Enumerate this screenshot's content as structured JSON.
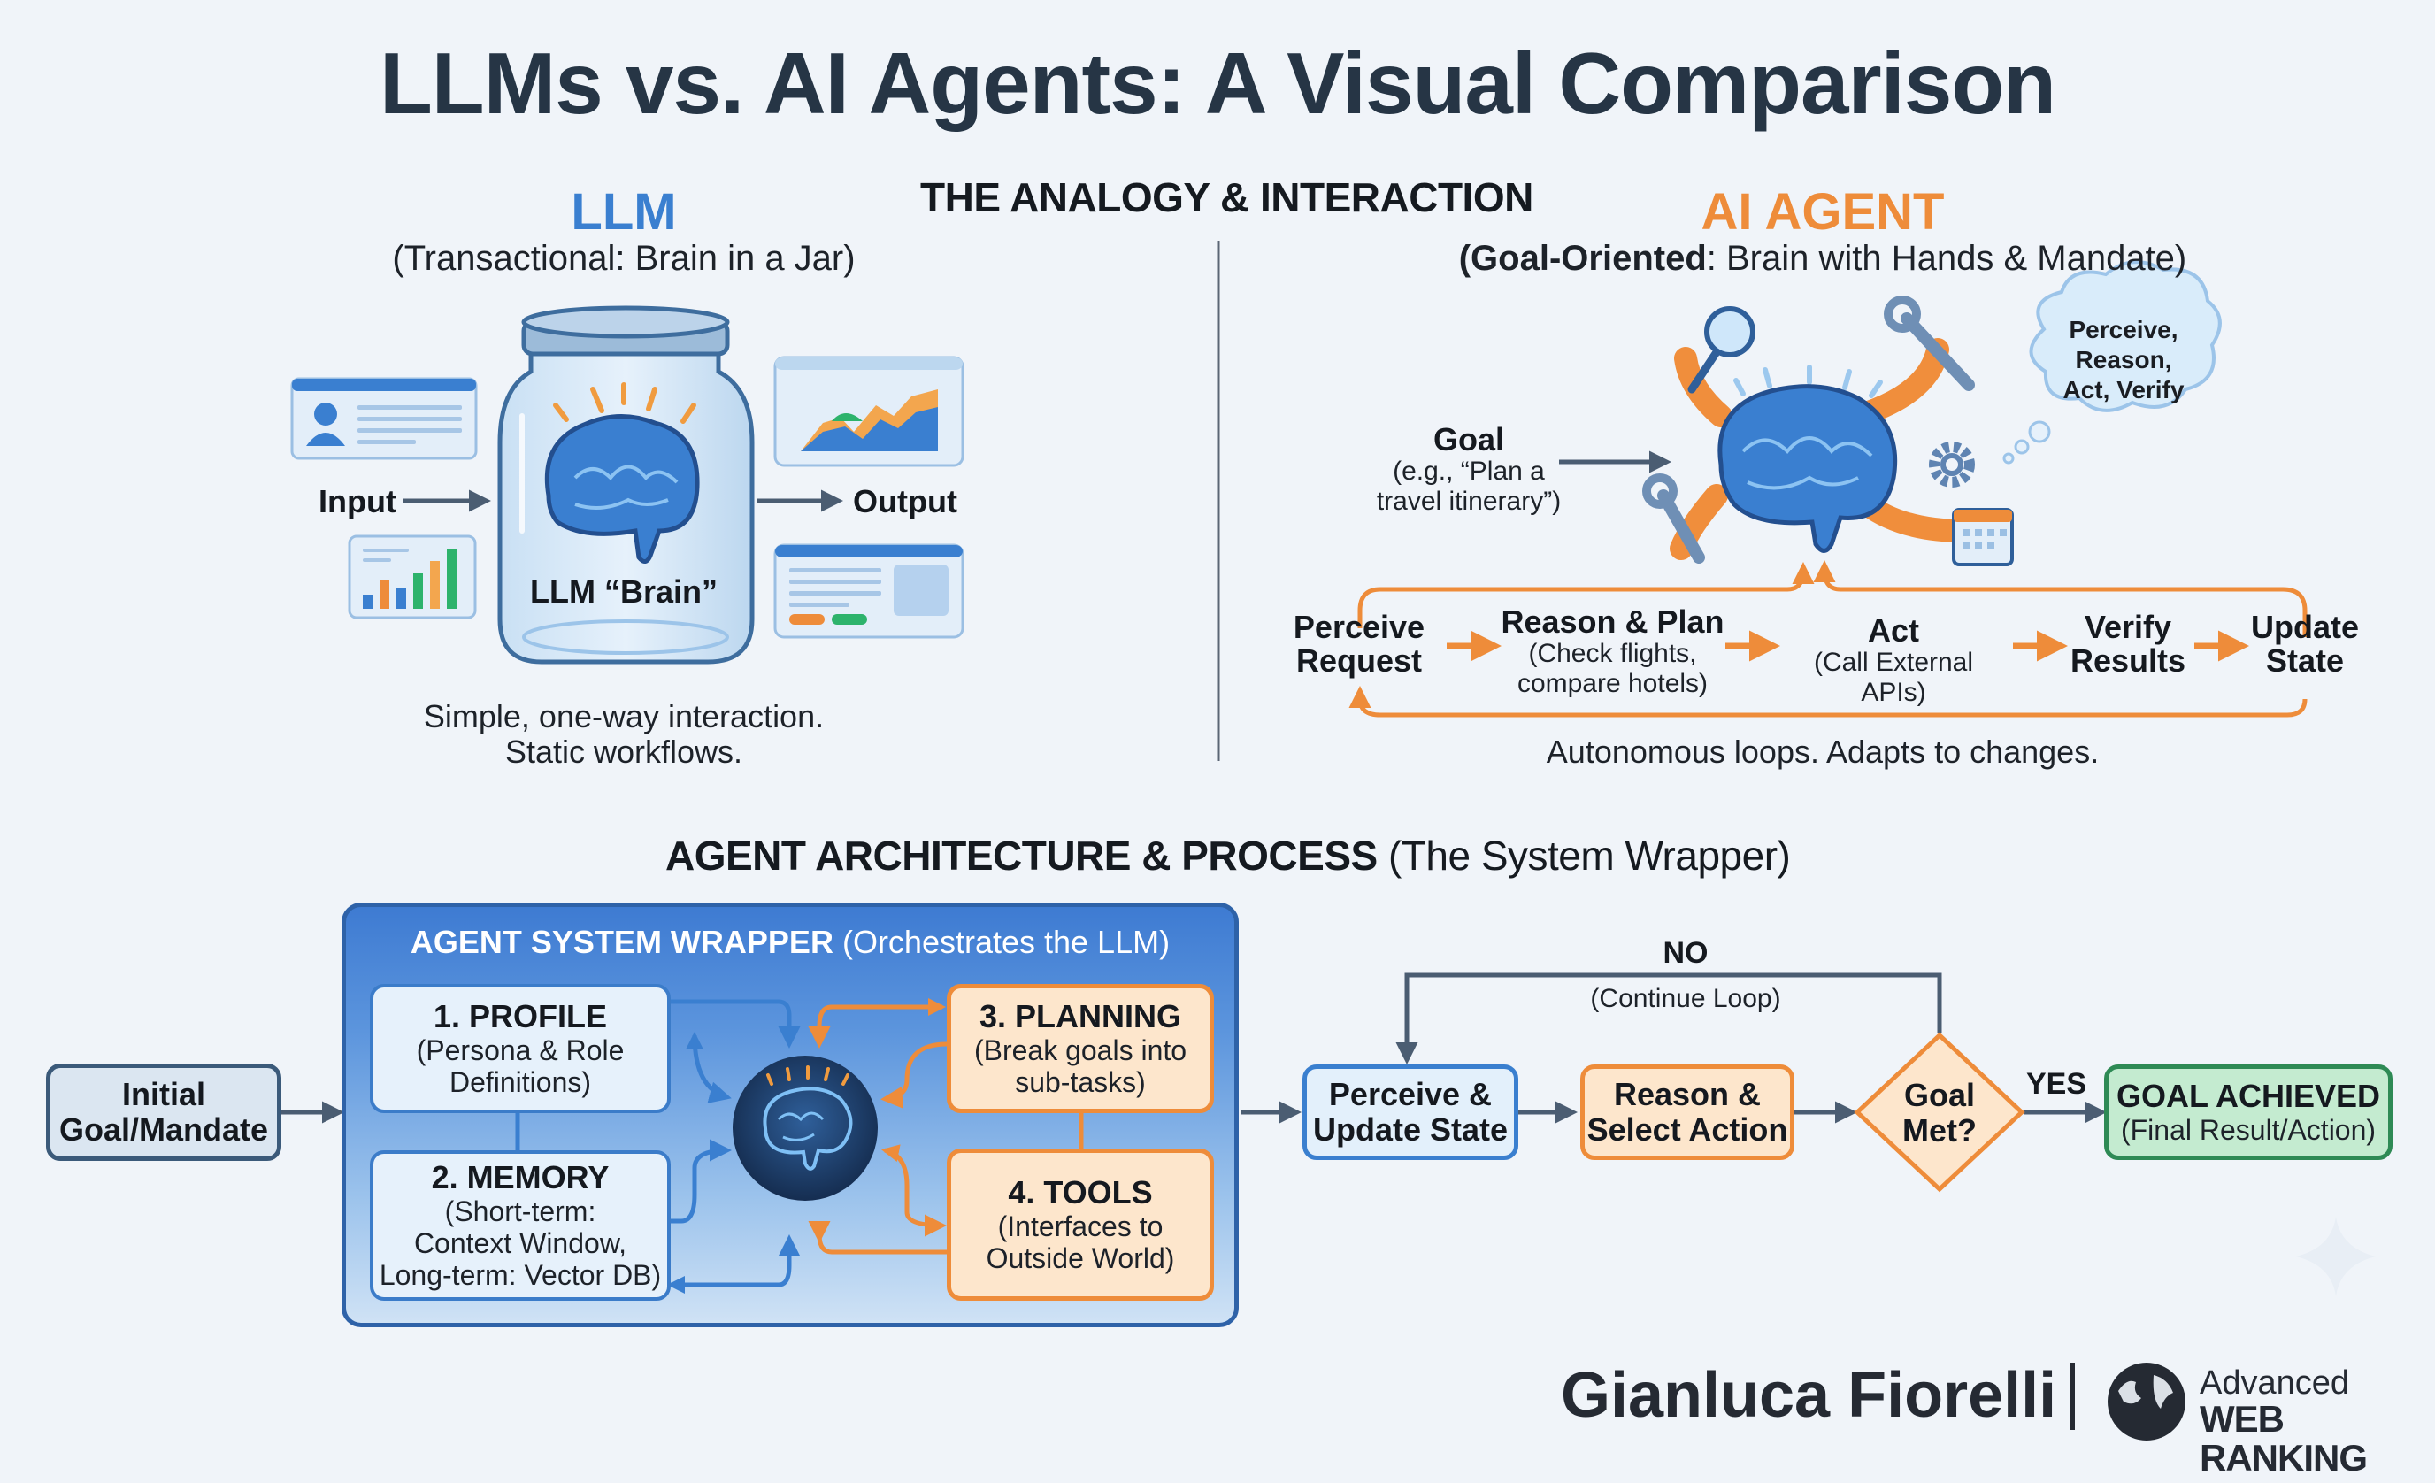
{
  "title": "LLMs vs. AI Agents: A Visual Comparison",
  "analogy_section": {
    "heading": "THE ANALOGY & INTERACTION",
    "llm": {
      "title": "LLM",
      "subtitle": "(Transactional: Brain in a Jar)",
      "input_label": "Input",
      "output_label": "Output",
      "brain_label": "LLM “Brain”",
      "caption_line1": "Simple, one-way interaction.",
      "caption_line2": "Static workflows.",
      "icons": [
        "profile-card-icon",
        "bar-chart-card-icon",
        "area-chart-window-icon",
        "content-window-icon",
        "jar-icon",
        "brain-icon"
      ]
    },
    "agent": {
      "title": "AI AGENT",
      "subtitle_bold": "(Goal-Oriented",
      "subtitle_rest": ": Brain with Hands & Mandate)",
      "goal_label": "Goal",
      "goal_example_line1": "(e.g., “Plan a",
      "goal_example_line2": "travel itinerary”)",
      "thought_line1": "Perceive,",
      "thought_line2": "Reason,",
      "thought_line3": "Act, Verify",
      "loop_steps": [
        {
          "title_line1": "Perceive",
          "title_line2": "Request",
          "detail_line1": "",
          "detail_line2": ""
        },
        {
          "title_line1": "Reason & Plan",
          "title_line2": "",
          "detail_line1": "(Check flights,",
          "detail_line2": "compare hotels)"
        },
        {
          "title_line1": "Act",
          "title_line2": "",
          "detail_line1": "(Call External APIs)",
          "detail_line2": ""
        },
        {
          "title_line1": "Verify",
          "title_line2": "Results",
          "detail_line1": "",
          "detail_line2": ""
        },
        {
          "title_line1": "Update",
          "title_line2": "State",
          "detail_line1": "",
          "detail_line2": ""
        }
      ],
      "caption": "Autonomous loops. Adapts to changes.",
      "icons": [
        "magnifier-icon",
        "wrench-icon",
        "gear-icon",
        "calendar-icon",
        "brain-icon",
        "thought-cloud-icon"
      ]
    }
  },
  "architecture_section": {
    "heading_bold": "AGENT ARCHITECTURE & PROCESS",
    "heading_rest": " (The System Wrapper)",
    "initial_goal_line1": "Initial",
    "initial_goal_line2": "Goal/Mandate",
    "wrapper_title_bold": "AGENT SYSTEM WRAPPER",
    "wrapper_title_rest": " (Orchestrates the LLM)",
    "components": [
      {
        "title": "1. PROFILE",
        "desc_line1": "(Persona & Role",
        "desc_line2": "Definitions)",
        "desc_line3": ""
      },
      {
        "title": "2. MEMORY",
        "desc_line1": "(Short-term:",
        "desc_line2": "Context Window,",
        "desc_line3": "Long-term: Vector DB)"
      },
      {
        "title": "3. PLANNING",
        "desc_line1": "(Break goals into",
        "desc_line2": "sub-tasks)",
        "desc_line3": ""
      },
      {
        "title": "4. TOOLS",
        "desc_line1": "(Interfaces to",
        "desc_line2": "Outside World)",
        "desc_line3": ""
      }
    ],
    "flow": {
      "perceive_line1": "Perceive &",
      "perceive_line2": "Update State",
      "reason_line1": "Reason &",
      "reason_line2": "Select Action",
      "decision_line1": "Goal",
      "decision_line2": "Met?",
      "no_label": "NO",
      "no_detail": "(Continue Loop)",
      "yes_label": "YES",
      "achieved_title": "GOAL ACHIEVED",
      "achieved_detail": "(Final Result/Action)"
    }
  },
  "credits": {
    "author": "Gianluca Fiorelli",
    "brand_line1": "Advanced",
    "brand_line2": "WEB RANKING"
  },
  "colors": {
    "llm_blue": "#3a7fd0",
    "agent_orange": "#ee8c3a",
    "title_navy": "#263545",
    "success_green": "#2e8a55",
    "background": "#f0f4f9"
  }
}
